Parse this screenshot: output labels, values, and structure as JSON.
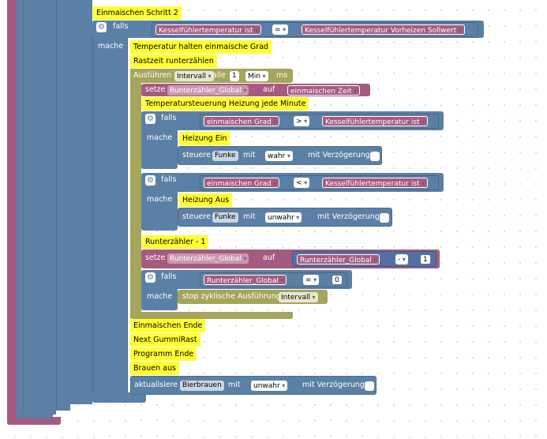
{
  "colors": {
    "logic": "#5b80a5",
    "variables": "#a55b80",
    "timer": "#a5a55b",
    "math": "#5470a3",
    "comment": "#ffff33"
  },
  "icons": {
    "gear": "gear-icon"
  },
  "labels": {
    "falls": "falls",
    "mache": "mache",
    "setze": "setze",
    "auf": "auf",
    "ausfuehren": "Ausführen",
    "alle": "alle",
    "ms": "ms",
    "steuere": "steuere",
    "mit": "mit",
    "mit_verzoegerung": "mit Verzögerung",
    "aktualisiere": "aktualisiere"
  },
  "comments": {
    "schritt2": "Einmaischen Schritt 2",
    "temp_halten": "Temperatur halten einmaische Grad",
    "rastzeit": "Rastzeit runterzählen",
    "tempsteuerung": "Temperatursteuerung Heizung jede Minute",
    "heizung_ein": "Heizung Ein",
    "heizung_aus": "Heizung Aus",
    "runterzaehler": "Runterzähler - 1",
    "einmaischen_ende": "Einmaischen Ende",
    "next_gummirast": "Next GummiRast",
    "programm_ende": "Programm Ende",
    "brauen_aus": "Brauen aus"
  },
  "if1": {
    "left": "Kesselfühlertemperatur ist",
    "op": "=",
    "right": "Kesselfühlertemperatur Vorheizen Sollwert"
  },
  "interval": {
    "name": "Intervall",
    "value": "1",
    "unit": "Min"
  },
  "set1": {
    "var": "Runterzähler_Global",
    "value": "einmaischen Zeit"
  },
  "if2": {
    "left": "einmaischen Grad",
    "op": ">",
    "right": "Kesselfühlertemperatur ist"
  },
  "control1": {
    "device": "Funke",
    "value": "wahr"
  },
  "if3": {
    "left": "einmaischen Grad",
    "op": "<",
    "right": "Kesselfühlertemperatur ist"
  },
  "control2": {
    "device": "Funke",
    "value": "unwahr"
  },
  "set2": {
    "var": "Runterzähler_Global",
    "math_var": "Runterzähler_Global",
    "math_op": "-",
    "math_num": "1"
  },
  "if4": {
    "left": "Runterzähler_Global",
    "op": "=",
    "right": "0"
  },
  "stop": {
    "label": "stop zyklische Ausführung",
    "name": "Intervall"
  },
  "update": {
    "device": "Bierbrauen",
    "value": "unwahr"
  }
}
